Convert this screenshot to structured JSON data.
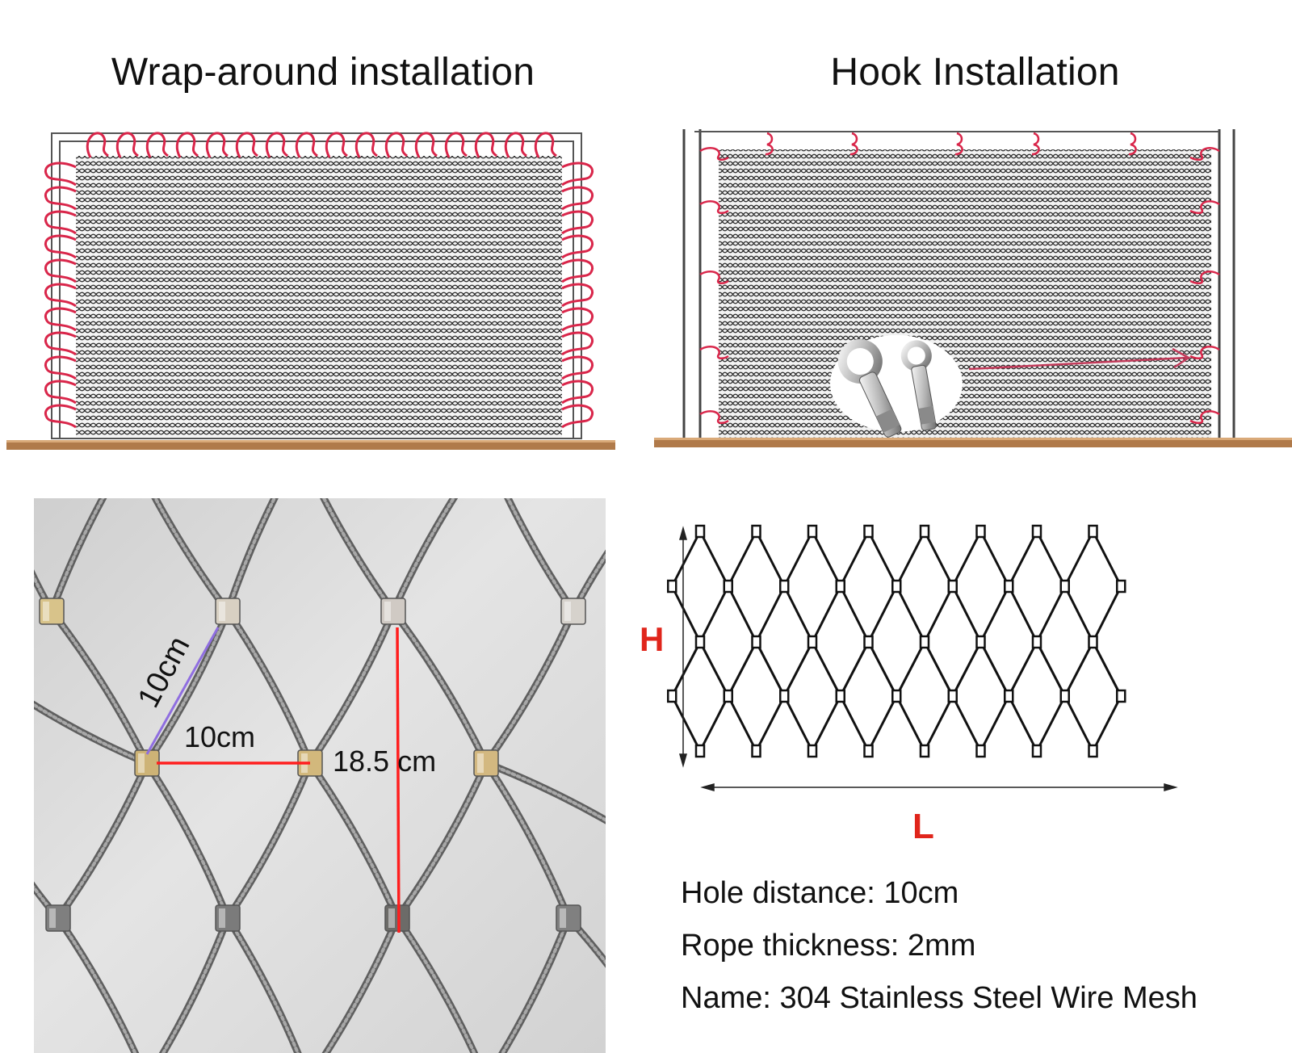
{
  "titles": {
    "left": "Wrap-around installation",
    "right": "Hook Installation"
  },
  "photo": {
    "diagonal_label": "10cm",
    "horizontal_label": "10cm",
    "vertical_label": "18.5 cm"
  },
  "diagram": {
    "height_label": "H",
    "length_label": "L"
  },
  "specs": [
    "Hole distance: 10cm",
    "Rope thickness: 2mm",
    "Name: 304 Stainless Steel Wire Mesh"
  ],
  "colors": {
    "loop_red": "#d9264a",
    "dimension_red": "#e0251b",
    "floor_brown": "#b07a4a",
    "cable_gray": "#7d7d7d",
    "ferrule_brass": "#c9b37a",
    "photo_background": "#dcdcdc"
  }
}
